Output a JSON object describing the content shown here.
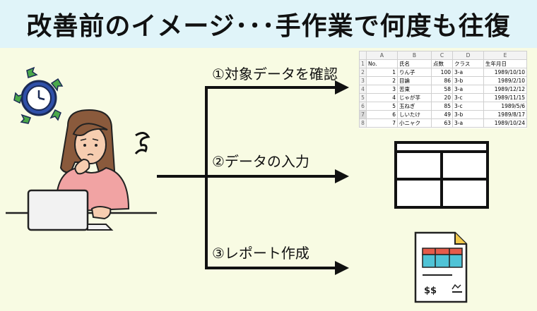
{
  "title": "改善前のイメージ･･･手作業で何度も往復",
  "steps": [
    {
      "label": "①対象データを確認"
    },
    {
      "label": "②データの入力"
    },
    {
      "label": "③レポート作成"
    }
  ],
  "spreadsheet": {
    "col_letters": [
      "A",
      "B",
      "C",
      "D",
      "E"
    ],
    "headers": [
      "No.",
      "氏名",
      "点数",
      "クラス",
      "生年月日"
    ],
    "rows": [
      [
        "1",
        "りん子",
        "100",
        "3-a",
        "1989/10/10"
      ],
      [
        "2",
        "目論",
        "86",
        "3-b",
        "1989/2/10"
      ],
      [
        "3",
        "苦東",
        "58",
        "3-a",
        "1989/12/12"
      ],
      [
        "4",
        "じゃが芋",
        "20",
        "3-c",
        "1989/11/15"
      ],
      [
        "5",
        "玉ねぎ",
        "85",
        "3-c",
        "1989/5/6"
      ],
      [
        "6",
        "しいたけ",
        "49",
        "3-b",
        "1989/8/17"
      ],
      [
        "7",
        "小ニャク",
        "63",
        "3-a",
        "1989/10/24"
      ]
    ]
  },
  "report": {
    "currency_text": "$$"
  },
  "colors": {
    "header_bg": "#e0f4f9",
    "page_bg": "#f8fbe3",
    "clock": "#2f4fa8",
    "arrows_green": "#4aa84a",
    "skin": "#f6cdb0",
    "hair": "#8a5a3c",
    "shirt": "#f1a3a3",
    "report_red": "#e55b4a",
    "report_cyan": "#4fc3d6"
  }
}
